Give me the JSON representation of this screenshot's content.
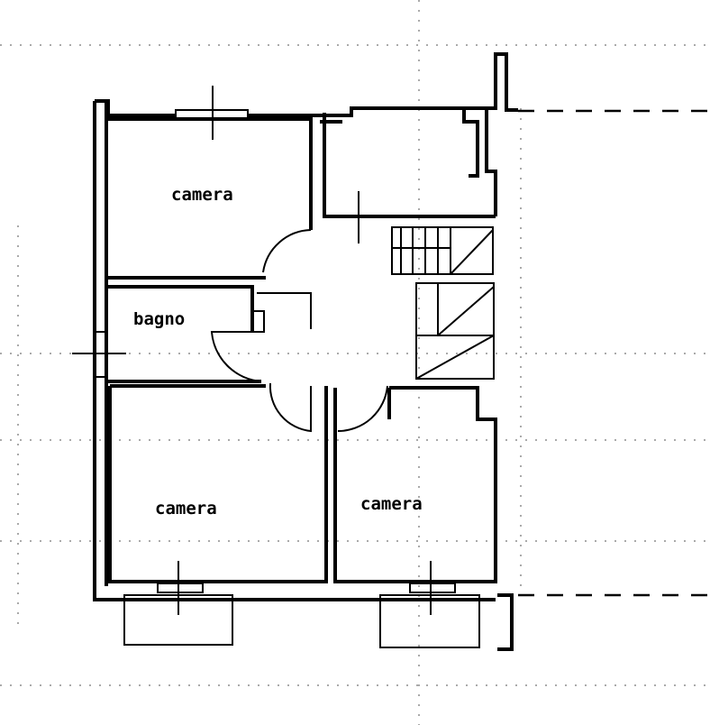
{
  "rooms": {
    "camera_top_left": "camera",
    "bagno": "bagno",
    "camera_bottom_left": "camera",
    "camera_bottom_right": "camera"
  }
}
